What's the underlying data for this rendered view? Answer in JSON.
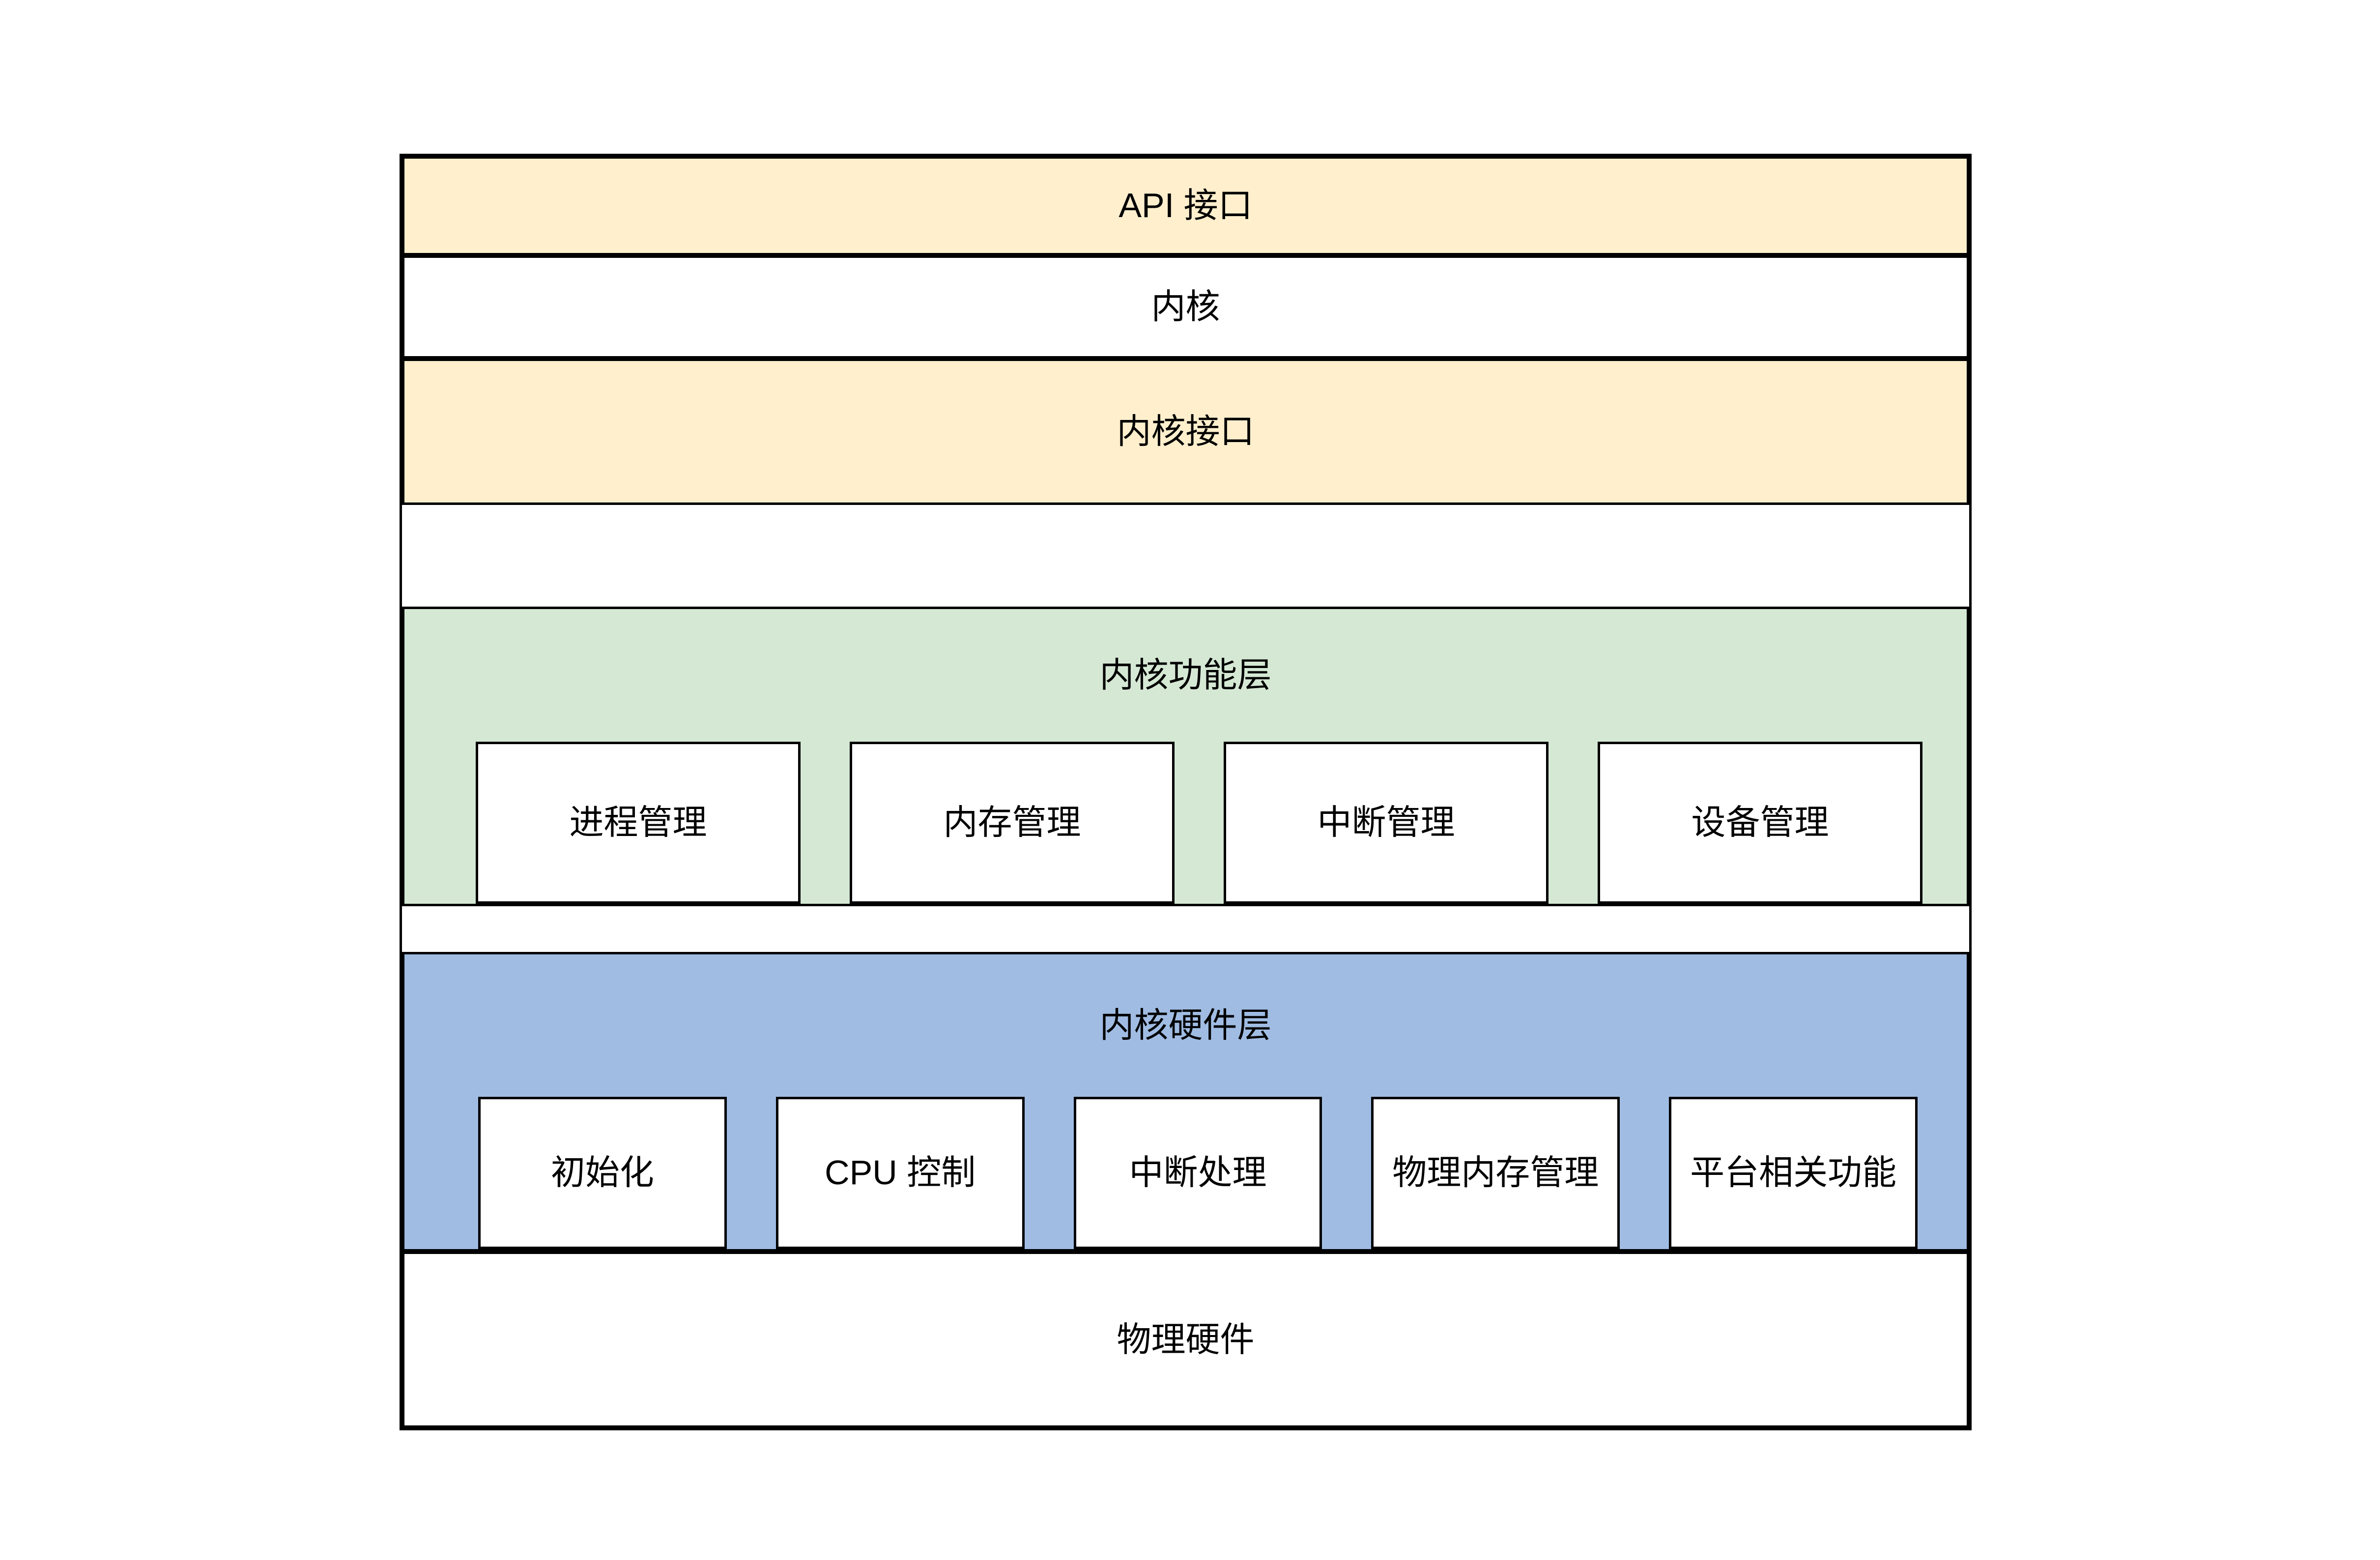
{
  "colors": {
    "yellow": "#FFEFCD",
    "green": "#D5E8D4",
    "blue": "#A0BCE3",
    "border": "#000000",
    "bg": "#FFFFFF"
  },
  "layers": {
    "api": {
      "label": "API 接口"
    },
    "kernel": {
      "label": "内核"
    },
    "kernel_interface": {
      "label": "内核接口"
    },
    "kernel_function": {
      "label": "内核功能层",
      "modules": [
        "进程管理",
        "内存管理",
        "中断管理",
        "设备管理"
      ]
    },
    "kernel_hardware": {
      "label": "内核硬件层",
      "modules": [
        "初始化",
        "CPU 控制",
        "中断处理",
        "物理内存管理",
        "平台相关功能"
      ]
    },
    "physical_hardware": {
      "label": "物理硬件"
    }
  }
}
